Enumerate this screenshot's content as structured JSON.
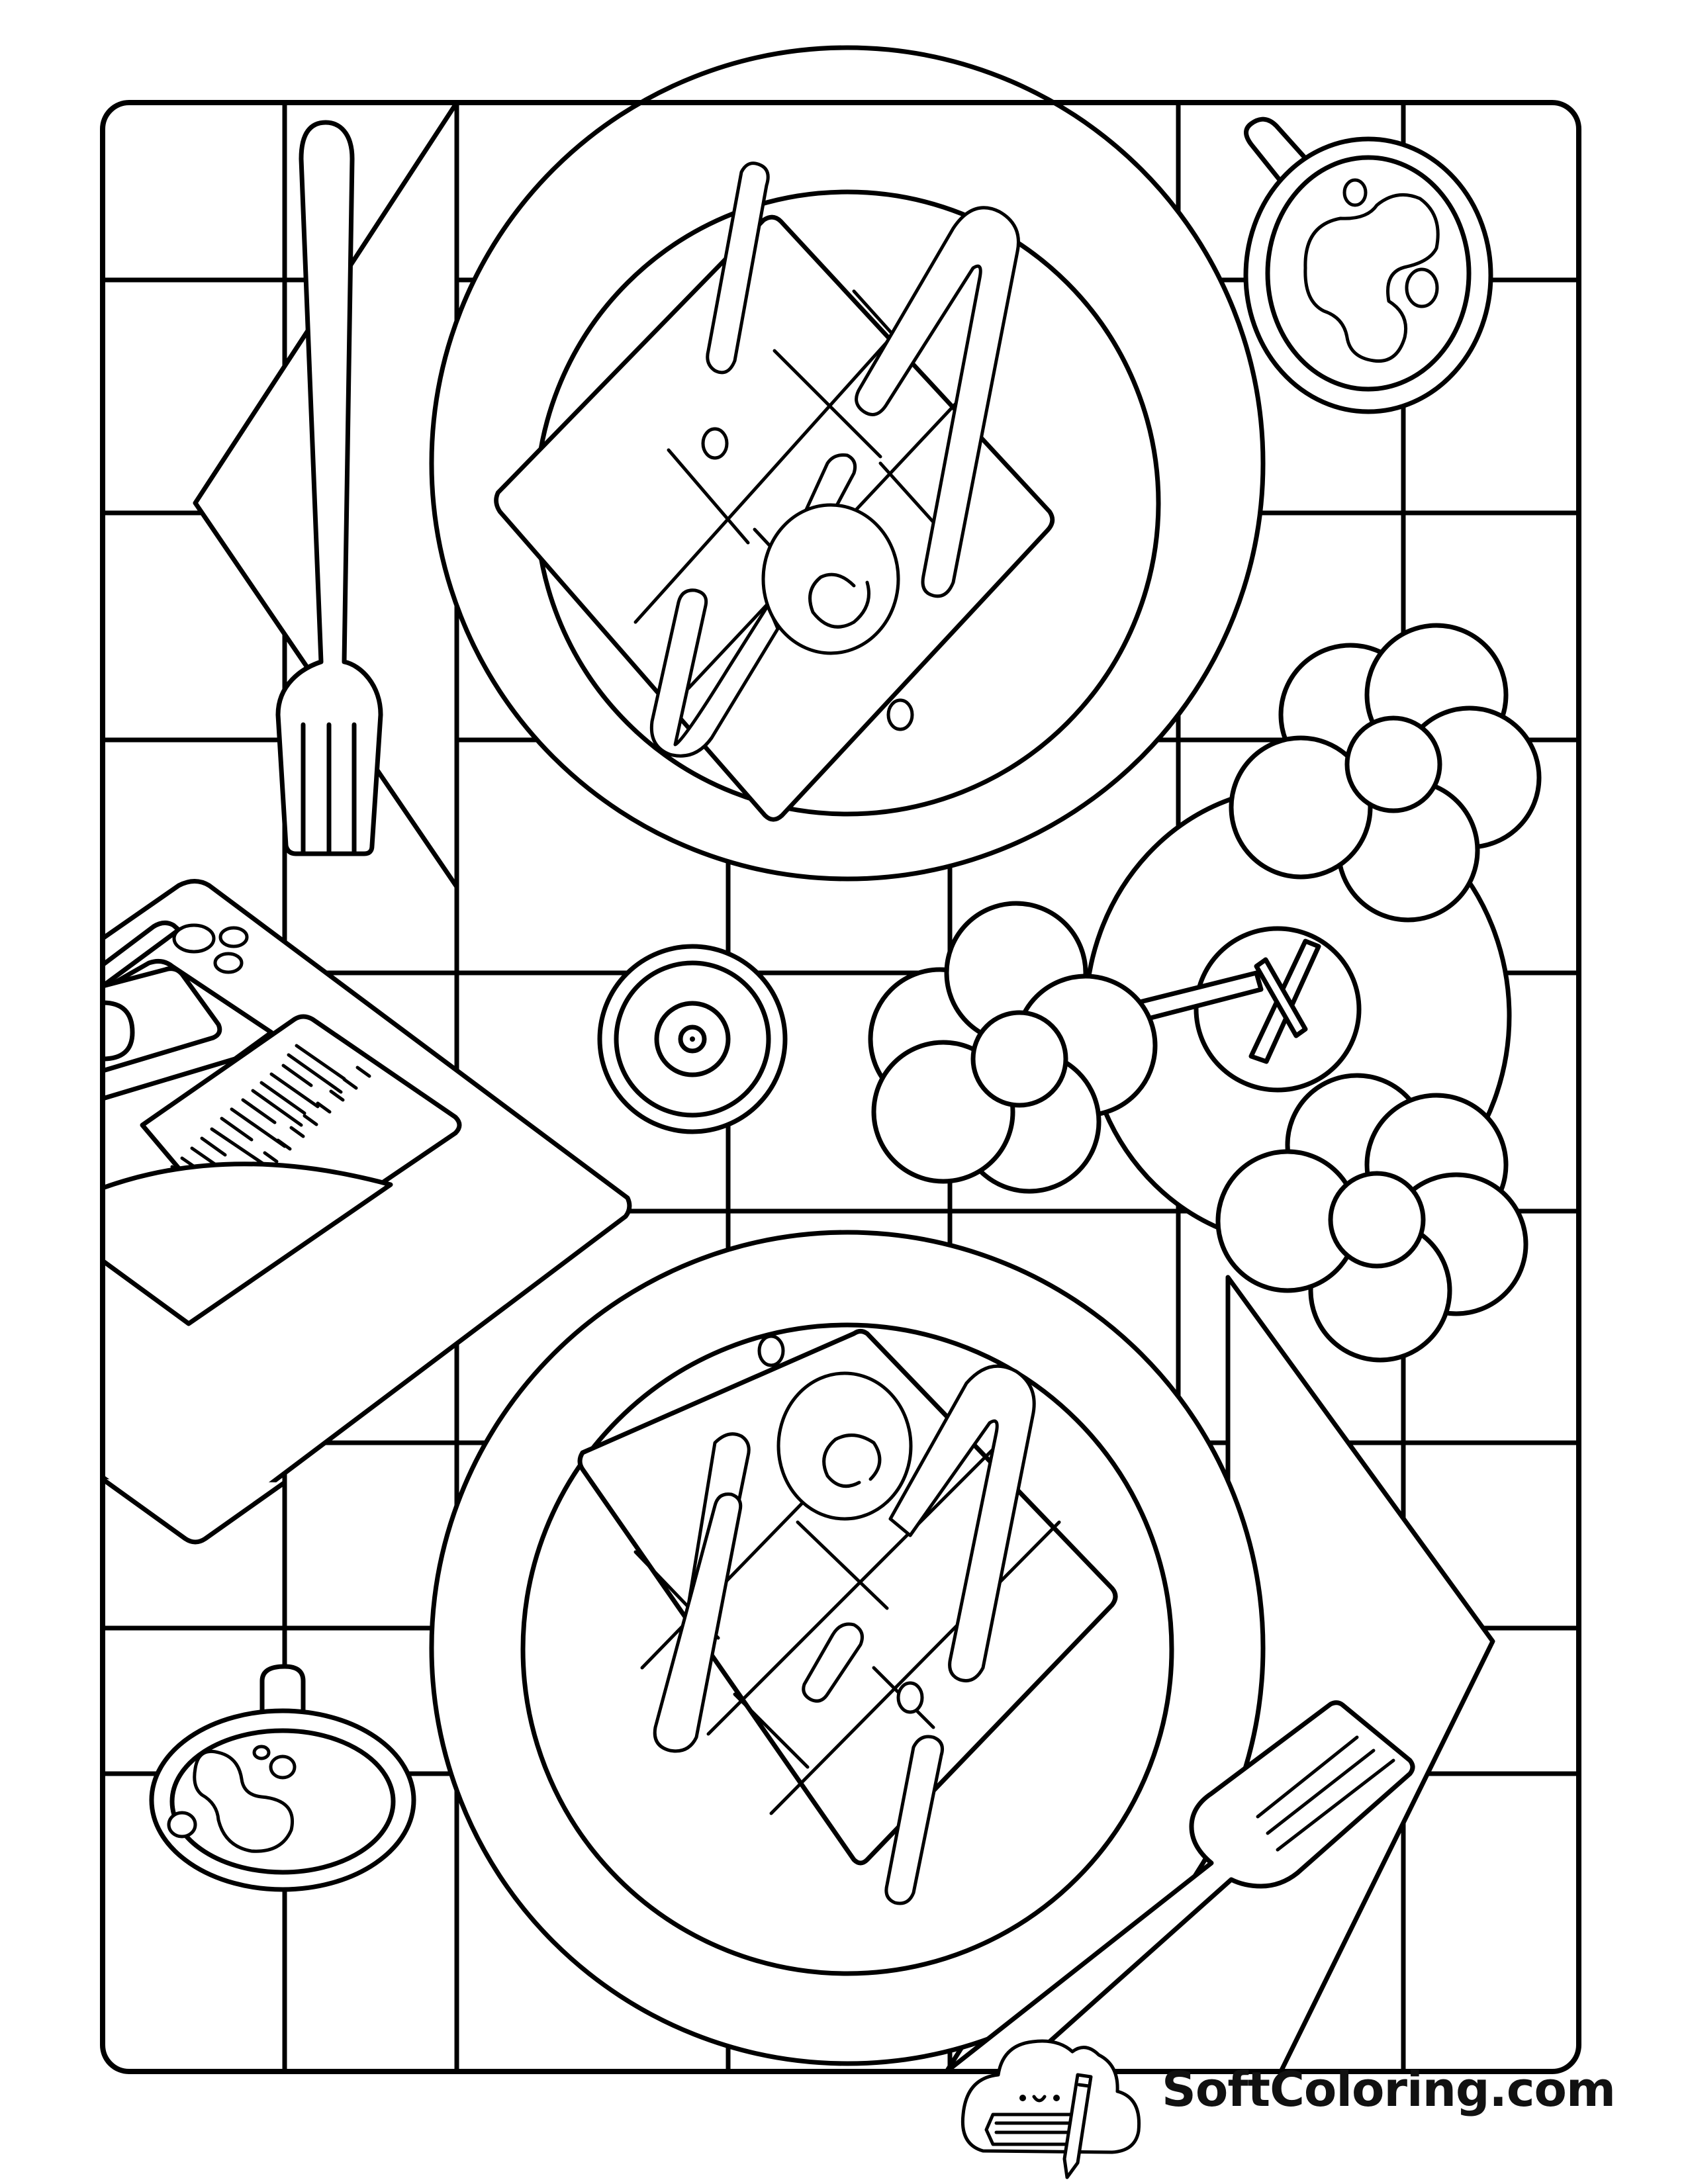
{
  "page": {
    "type": "coloring-page",
    "theme": "Breakfast table with waffles, coffee and flowers",
    "background": "#ffffff",
    "line_color": "#000000"
  },
  "watermark": {
    "text": "SoftColoring.com",
    "logo": "cloud-mascot-holding-pencils"
  },
  "objects": [
    {
      "name": "top-plate",
      "contents": "waffle with syrup drizzle and butter swirl"
    },
    {
      "name": "bottom-plate",
      "contents": "waffle with syrup drizzle and butter swirl"
    },
    {
      "name": "top-coffee-cup",
      "position": "top-right"
    },
    {
      "name": "bottom-coffee-cup",
      "position": "bottom-left"
    },
    {
      "name": "top-fork",
      "position": "top-left"
    },
    {
      "name": "bottom-fork",
      "position": "bottom-right"
    },
    {
      "name": "napkin-top-left"
    },
    {
      "name": "napkin-bottom-right"
    },
    {
      "name": "flower-bouquet",
      "count": 3
    },
    {
      "name": "candle-holder",
      "position": "center-left"
    },
    {
      "name": "menu-booklet",
      "position": "left"
    }
  ]
}
